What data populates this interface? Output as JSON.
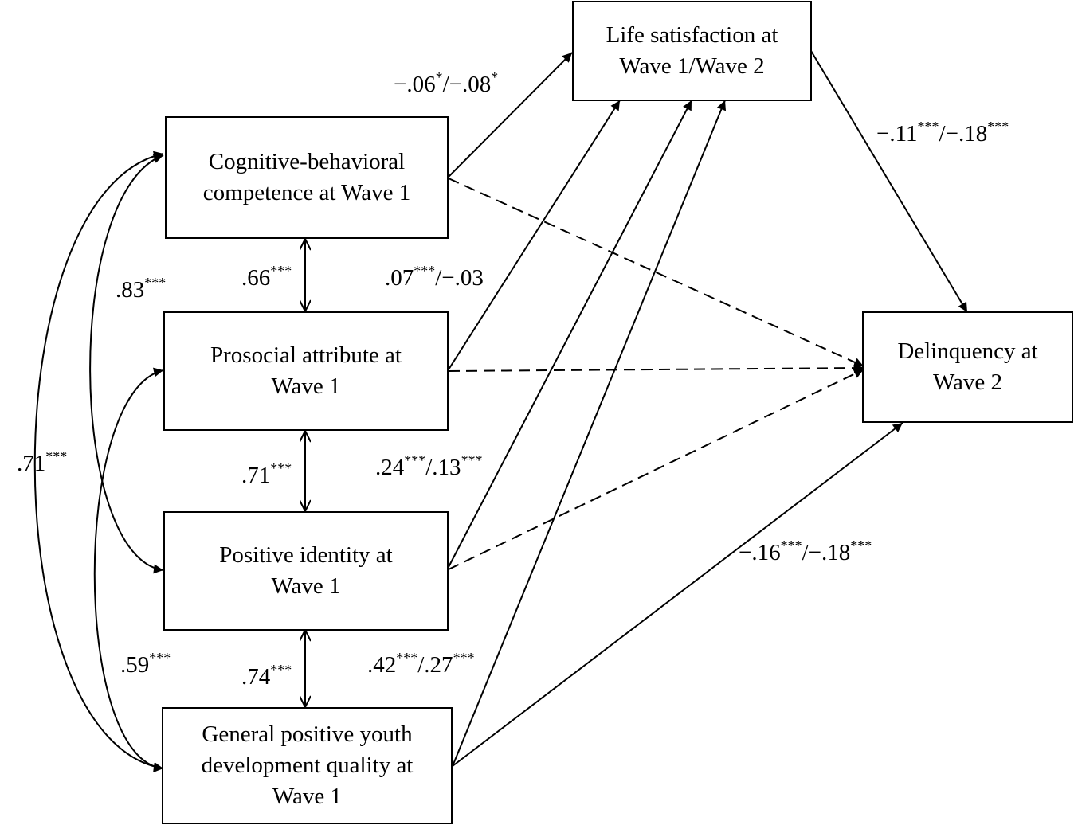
{
  "nodes": {
    "life_satisfaction": {
      "lines": [
        "Life satisfaction at",
        "Wave 1/Wave 2"
      ]
    },
    "cognitive_behavioral": {
      "lines": [
        "Cognitive-behavioral",
        "competence at Wave 1"
      ]
    },
    "prosocial": {
      "lines": [
        "Prosocial attribute at",
        "Wave 1"
      ]
    },
    "positive_identity": {
      "lines": [
        "Positive identity at",
        "Wave 1"
      ]
    },
    "general_pyd": {
      "lines": [
        "General positive youth",
        "development quality at",
        "Wave 1"
      ]
    },
    "delinquency": {
      "lines": [
        "Delinquency at",
        "Wave 2"
      ]
    }
  },
  "coefficients": {
    "cb_to_ls": [
      {
        "t": "−.06"
      },
      {
        "t": "*",
        "sup": true
      },
      {
        "t": "/−.08"
      },
      {
        "t": "*",
        "sup": true
      }
    ],
    "ls_to_del": [
      {
        "t": "−.11"
      },
      {
        "t": "***",
        "sup": true
      },
      {
        "t": "/−.18"
      },
      {
        "t": "***",
        "sup": true
      }
    ],
    "pro_to_ls": [
      {
        "t": ".07"
      },
      {
        "t": "***",
        "sup": true
      },
      {
        "t": "/−.03"
      }
    ],
    "pi_to_ls": [
      {
        "t": ".24"
      },
      {
        "t": "***",
        "sup": true
      },
      {
        "t": "/.13"
      },
      {
        "t": "***",
        "sup": true
      }
    ],
    "gpyd_to_ls": [
      {
        "t": ".42"
      },
      {
        "t": "***",
        "sup": true
      },
      {
        "t": "/.27"
      },
      {
        "t": "***",
        "sup": true
      }
    ],
    "gpyd_to_del": [
      {
        "t": "−.16"
      },
      {
        "t": "***",
        "sup": true
      },
      {
        "t": "/−.18"
      },
      {
        "t": "***",
        "sup": true
      }
    ],
    "cb_pro": [
      {
        "t": ".66"
      },
      {
        "t": "***",
        "sup": true
      }
    ],
    "pro_pi": [
      {
        "t": ".71"
      },
      {
        "t": "***",
        "sup": true
      }
    ],
    "pi_gpyd": [
      {
        "t": ".74"
      },
      {
        "t": "***",
        "sup": true
      }
    ],
    "cb_pi": [
      {
        "t": ".83"
      },
      {
        "t": "***",
        "sup": true
      }
    ],
    "pro_gpyd": [
      {
        "t": ".59"
      },
      {
        "t": "***",
        "sup": true
      }
    ],
    "cb_gpyd": [
      {
        "t": ".71"
      },
      {
        "t": "***",
        "sup": true
      }
    ]
  }
}
